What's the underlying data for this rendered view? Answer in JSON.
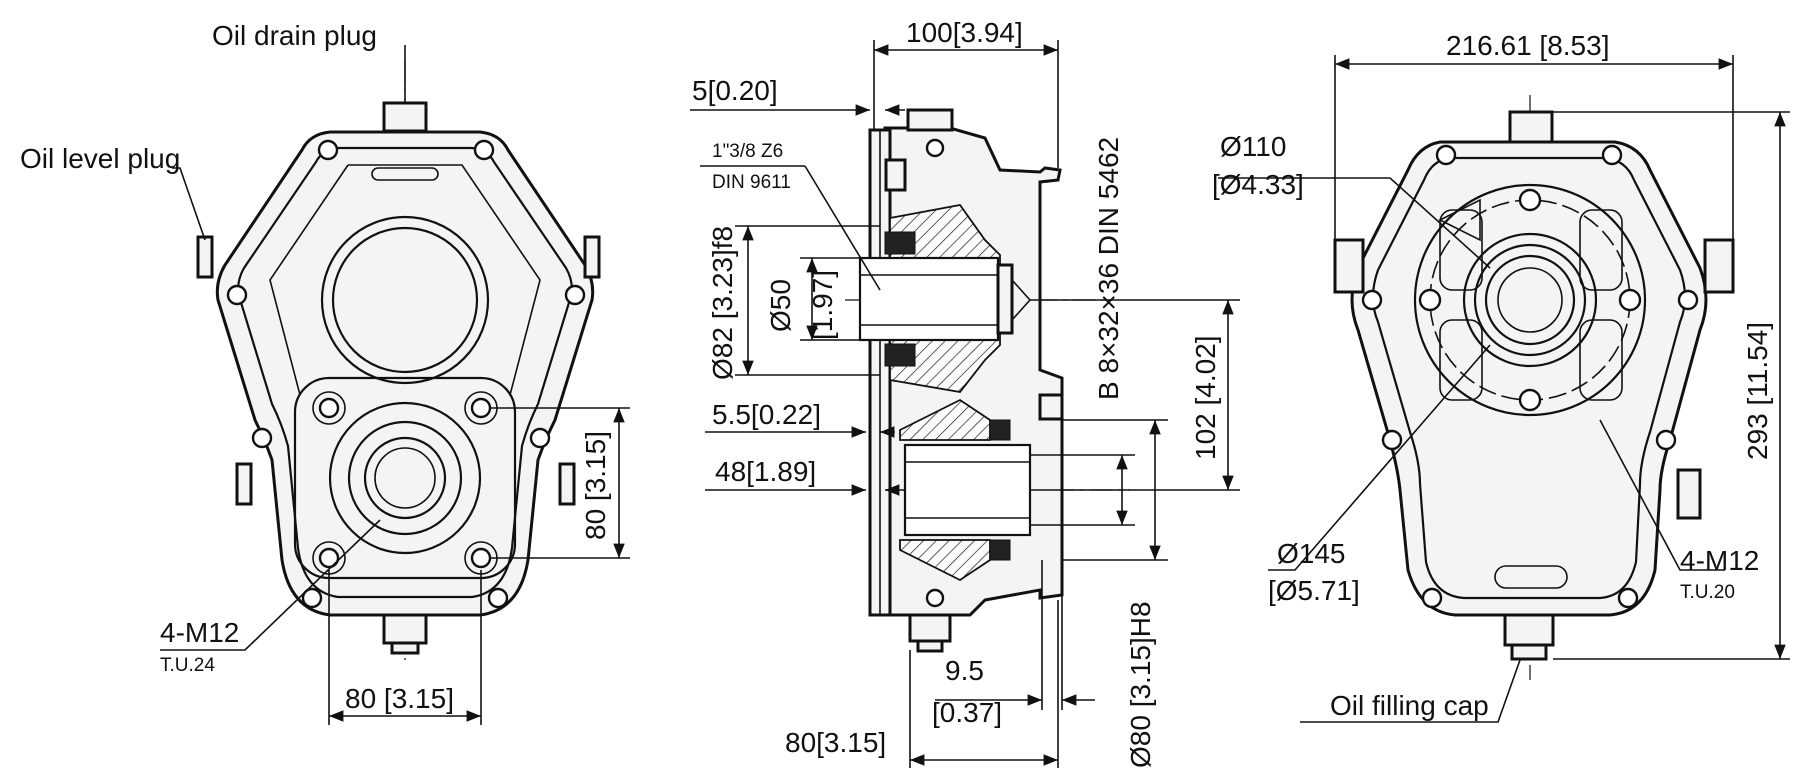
{
  "labels": {
    "oil_drain_plug": "Oil drain plug",
    "oil_level_plug": "Oil level plug",
    "oil_filling_cap": "Oil filling cap",
    "front_bolts": "4-M12",
    "front_bolts_tu": "T.U.24",
    "rear_bolts": "4-M12",
    "rear_bolts_tu": "T.U.20",
    "shaft_spec_1": "1\"3/8 Z6",
    "shaft_spec_2": "DIN 9611",
    "spline_spec": "B 8×32×36 DIN 5462"
  },
  "dimensions": {
    "front_width": "80 [3.15]",
    "front_height": "80 [3.15]",
    "side_100": "100[3.94]",
    "side_5": "5[0.20]",
    "side_d82": "Ø82 [3.23]f8",
    "side_d50": "Ø50",
    "side_d50_in": "[1.97]",
    "side_5_5": "5.5[0.22]",
    "side_48": "48[1.89]",
    "side_102": "102 [4.02]",
    "side_9_5": "9.5",
    "side_9_5_in": "[0.37]",
    "side_80_bottom": "80[3.15]",
    "side_d80": "Ø80 [3.15]H8",
    "rear_width": "216.61 [8.53]",
    "rear_height": "293 [11.54]",
    "rear_d110": "Ø110",
    "rear_d110_in": "[Ø4.33]",
    "rear_d145": "Ø145",
    "rear_d145_in": "[Ø5.71]"
  }
}
